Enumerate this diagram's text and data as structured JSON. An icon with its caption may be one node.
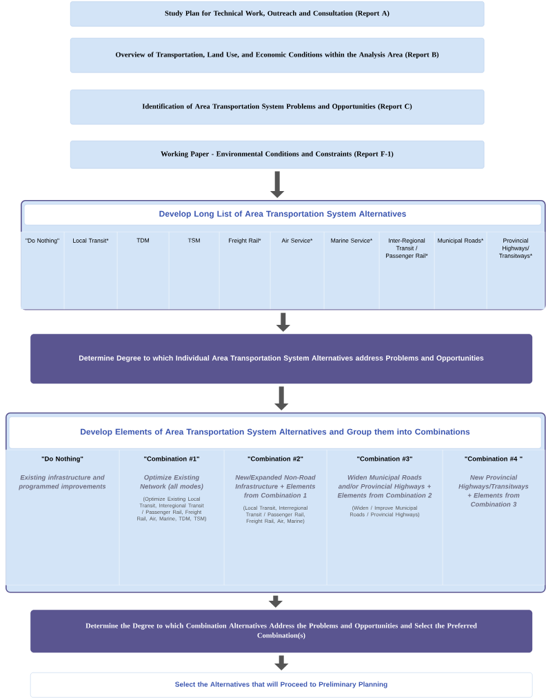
{
  "diagram": {
    "nodes": [
      {
        "text": [
          "Study Plan for Technical Work, Outreach and Consultation (Report A)"
        ]
      },
      {
        "text": [
          "Overview of Transportation, Land Use, and Economic Conditions within the Analysis Area (Report B)"
        ]
      },
      {
        "text": [
          "Identification of Area Transportation System Problems and Opportunities (Report C)"
        ]
      },
      {
        "text": [
          "Working Paper - Environmental Conditions and Constraints (Report F-1)"
        ]
      },
      {
        "text": [
          "Develop Long List of Area Transportation System Alternatives"
        ]
      },
      {
        "text": [
          "\"Do Nothing\""
        ],
        "in": 4
      },
      {
        "text": [
          "Local Transit*"
        ],
        "in": 4
      },
      {
        "text": [
          "TDM"
        ],
        "in": 4
      },
      {
        "text": [
          "TSM"
        ],
        "in": 4
      },
      {
        "text": [
          "Freight Rail*"
        ],
        "in": 4
      },
      {
        "text": [
          "Air Service*"
        ],
        "in": 4
      },
      {
        "text": [
          "Marine Service*"
        ],
        "in": 4
      },
      {
        "text": [
          "Inter-Regional Transit / Passenger Rail*"
        ],
        "in": 4
      },
      {
        "text": [
          "Municipal Roads*"
        ],
        "in": 4
      },
      {
        "text": [
          "Provincial Highways/ Transitways*"
        ],
        "in": 4
      },
      {
        "text": [
          "Determine Degree to which Individual Area Transportation System Alternatives address Problems and Opportunities"
        ]
      },
      {
        "text": [
          "Develop Elements of Area Transportation System Alternatives and Group them into Combinations"
        ]
      },
      {
        "text": [
          "\"Do Nothing\"",
          "Existing infrastructure and programmed improvements"
        ],
        "in": 16
      },
      {
        "text": [
          "\"Combination #1\"",
          "Optimize Existing Network (all modes)",
          "(Optimize Existing Local Transit, Interegional Transit / Passenger Rail, Freight Rail, Air, Marine, TDM, TSM)"
        ],
        "in": 16
      },
      {
        "text": [
          "\"Combination #2\"",
          "New/Expanded Non-Road Infrastructure + Elements from Combination 1",
          "(Local Transit, Interregional Transit / Passenger Rail, Freight Rail, Air, Marine)"
        ],
        "in": 16
      },
      {
        "text": [
          "\"Combination #3\"",
          "Widen Municipal Roads and/or Provincial Highways + Elements from Combination 2",
          "(Widen / Improve Municipal Roads / Provincial Highways)"
        ],
        "in": 16
      },
      {
        "text": [
          "\"Combination #4 \"",
          "New Provincial Highways/Transitways + Elements from Combination 3"
        ],
        "in": 16
      },
      {
        "text": [
          "Determine the Degree to which Combination Alternatives Address the Problems and Opportunities and Select the Preferred Combination(s)"
        ]
      },
      {
        "text": [
          "Select the Alternatives that will Proceed to Preliminary Planning"
        ]
      }
    ],
    "edges": [
      {
        "from": 3,
        "to": 4,
        "arrow": "to"
      },
      {
        "from": 4,
        "to": 15,
        "arrow": "to"
      },
      {
        "from": 15,
        "to": 16,
        "arrow": "to"
      },
      {
        "from": 16,
        "to": 22,
        "arrow": "to"
      },
      {
        "from": 22,
        "to": 23,
        "arrow": "to"
      }
    ]
  }
}
